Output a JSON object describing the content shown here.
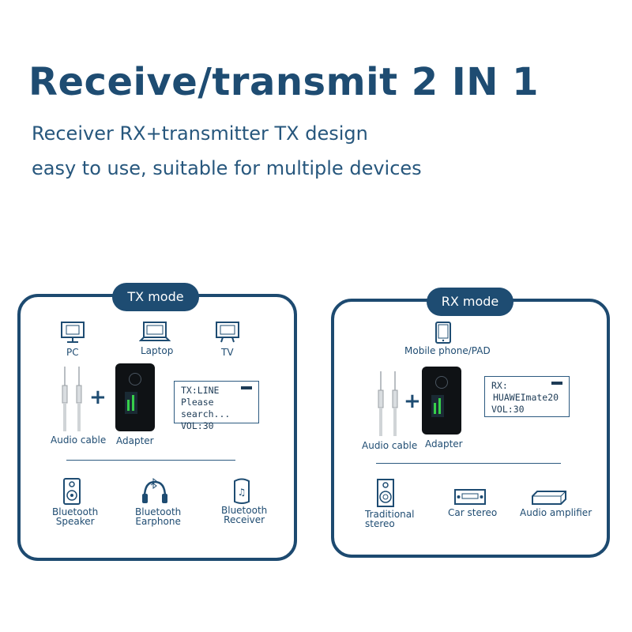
{
  "header": {
    "title": "Receive/transmit 2 IN 1",
    "line1": "Receiver RX+transmitter TX  design",
    "line2": "easy to use, suitable for multiple devices"
  },
  "tx": {
    "mode_label": "TX mode",
    "sources": {
      "pc": "PC",
      "laptop": "Laptop",
      "tv": "TV"
    },
    "screen": {
      "line1": "TX:LINE",
      "line2": "Please search...",
      "line3": "VOL:30"
    },
    "audio_cable": "Audio cable",
    "adapter": "Adapter",
    "targets": {
      "speaker_1": "Bluetooth",
      "speaker_2": "Speaker",
      "earphone_1": "Bluetooth",
      "earphone_2": "Earphone",
      "receiver_1": "Bluetooth",
      "receiver_2": "Receiver"
    }
  },
  "rx": {
    "mode_label": "RX mode",
    "source": "Mobile phone/PAD",
    "screen": {
      "line1": "RX:",
      "line2": "HUAWEImate20",
      "line3": "VOL:30"
    },
    "audio_cable": "Audio cable",
    "adapter": "Adapter",
    "targets": {
      "stereo_1": "Traditional",
      "stereo_2": "stereo",
      "car": "Car stereo",
      "amp": "Audio amplifier"
    }
  },
  "colors": {
    "navy": "#1e4c72",
    "screen_green": "#37d04a"
  }
}
